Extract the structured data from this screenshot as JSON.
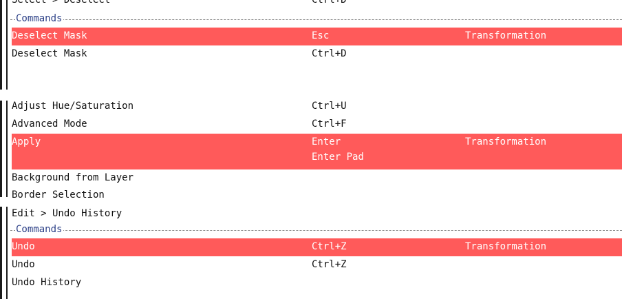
{
  "top_partial": {
    "name": "Select > Deselect",
    "key": "Ctrl+D"
  },
  "group1": {
    "section_label": "Commands",
    "rows": [
      {
        "name": "Deselect Mask",
        "key": "Esc",
        "key2": "",
        "context": "Transformation",
        "selected": true
      },
      {
        "name": "Deselect Mask",
        "key": "Ctrl+D",
        "key2": "",
        "context": "",
        "selected": false
      }
    ]
  },
  "list": {
    "rows": [
      {
        "name": "Adjust Hue/Saturation",
        "key": "Ctrl+U",
        "key2": "",
        "context": ""
      },
      {
        "name": "Advanced Mode",
        "key": "Ctrl+F",
        "key2": "",
        "context": ""
      },
      {
        "name": "Apply",
        "key": "Enter",
        "key2": "Enter Pad",
        "context": "Transformation"
      },
      {
        "name": "Background from Layer",
        "key": "",
        "key2": "",
        "context": ""
      },
      {
        "name": "Border Selection",
        "key": "",
        "key2": "",
        "context": ""
      }
    ]
  },
  "group2": {
    "path": "Edit > Undo History",
    "section_label": "Commands",
    "rows": [
      {
        "name": "Undo",
        "key": "Ctrl+Z",
        "context": "Transformation"
      },
      {
        "name": "Undo",
        "key": "Ctrl+Z",
        "context": ""
      },
      {
        "name": "Undo History",
        "key": "",
        "context": ""
      }
    ]
  },
  "colors": {
    "selected_row": "#ff5a5a",
    "section_label": "#2b3f86"
  }
}
